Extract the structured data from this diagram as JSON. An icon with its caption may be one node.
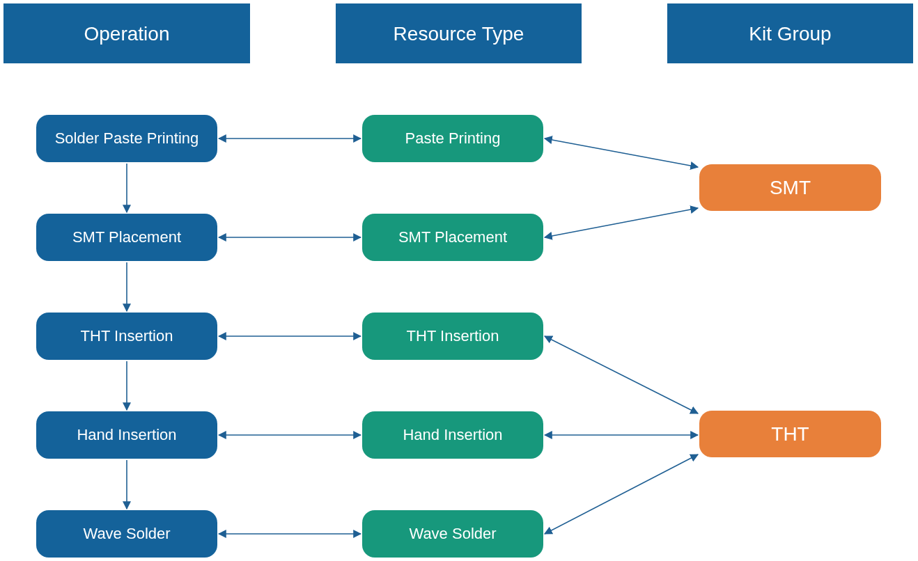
{
  "diagram": {
    "nodes": [
      {
        "text": [
          "Operation"
        ]
      },
      {
        "text": [
          "Resource Type"
        ]
      },
      {
        "text": [
          "Kit Group"
        ]
      },
      {
        "text": [
          "Solder Paste Printing"
        ]
      },
      {
        "text": [
          "SMT Placement"
        ]
      },
      {
        "text": [
          "THT Insertion"
        ]
      },
      {
        "text": [
          "Hand Insertion"
        ]
      },
      {
        "text": [
          "Wave Solder"
        ]
      },
      {
        "text": [
          "Paste Printing"
        ]
      },
      {
        "text": [
          "SMT Placement"
        ]
      },
      {
        "text": [
          "THT Insertion"
        ]
      },
      {
        "text": [
          "Hand Insertion"
        ]
      },
      {
        "text": [
          "Wave Solder"
        ]
      },
      {
        "text": [
          "SMT"
        ]
      },
      {
        "text": [
          "THT"
        ]
      }
    ],
    "edges": [
      {
        "from": 3,
        "to": 4,
        "arrow": "to"
      },
      {
        "from": 4,
        "to": 5,
        "arrow": "to"
      },
      {
        "from": 5,
        "to": 6,
        "arrow": "to"
      },
      {
        "from": 6,
        "to": 7,
        "arrow": "to"
      },
      {
        "from": 3,
        "to": 8,
        "arrow": "both"
      },
      {
        "from": 4,
        "to": 9,
        "arrow": "both"
      },
      {
        "from": 5,
        "to": 10,
        "arrow": "both"
      },
      {
        "from": 6,
        "to": 11,
        "arrow": "both"
      },
      {
        "from": 7,
        "to": 12,
        "arrow": "both"
      },
      {
        "from": 8,
        "to": 13,
        "arrow": "both"
      },
      {
        "from": 9,
        "to": 13,
        "arrow": "both"
      },
      {
        "from": 10,
        "to": 14,
        "arrow": "both"
      },
      {
        "from": 11,
        "to": 14,
        "arrow": "both"
      },
      {
        "from": 12,
        "to": 14,
        "arrow": "both"
      }
    ]
  }
}
